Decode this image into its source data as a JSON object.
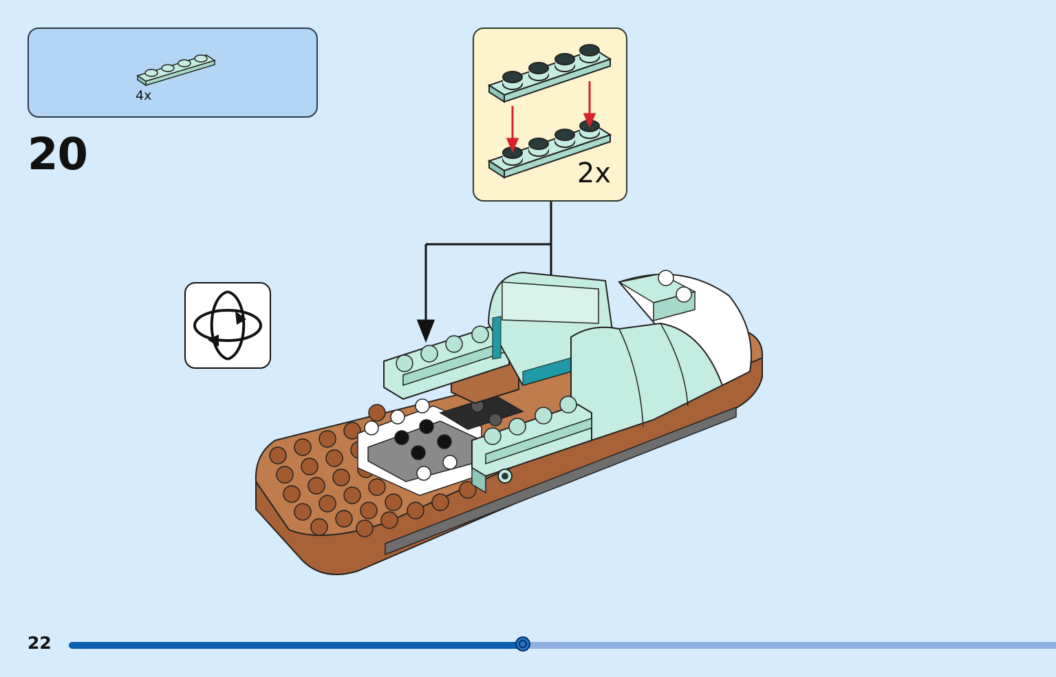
{
  "parts_panel": {
    "count_label": "4x",
    "part_color": "#c4ece0"
  },
  "step": {
    "number": "20"
  },
  "sub_assembly": {
    "multiplier": "2x",
    "arrow_color": "#d6232a"
  },
  "footer": {
    "page_number": "22",
    "progress": 0.46
  },
  "icons": {
    "rotate": "rotate-model-icon"
  },
  "colors": {
    "background": "#d6ebfb",
    "brown": "#b06c3f",
    "mint": "#c4ece0",
    "progress_fill": "#0a5fb1",
    "progress_track": "#8fb0e0"
  }
}
